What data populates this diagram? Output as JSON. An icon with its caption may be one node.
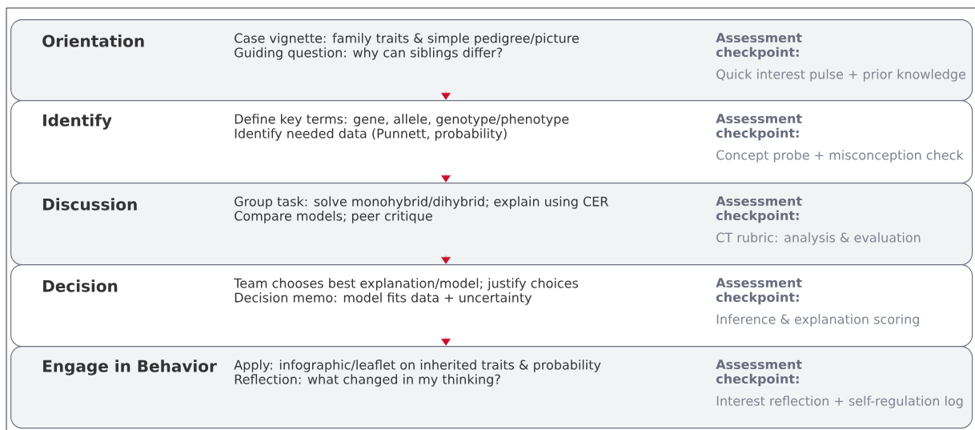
{
  "diagram": {
    "nodes": [
      {
        "text": [
          "Orientation",
          "Case vignette: family traits & simple pedigree/picture",
          "Guiding question: why can siblings differ?",
          "Assessment checkpoint:",
          "Quick interest pulse + prior knowledge"
        ]
      },
      {
        "text": [
          "Identify",
          "Define key terms: gene, allele, genotype/phenotype",
          "Identify needed data (Punnett, probability)",
          "Assessment checkpoint:",
          "Concept probe + misconception check"
        ]
      },
      {
        "text": [
          "Discussion",
          "Group task: solve monohybrid/dihybrid; explain using CER",
          "Compare models; peer critique",
          "Assessment checkpoint:",
          "CT rubric: analysis & evaluation"
        ]
      },
      {
        "text": [
          "Decision",
          "Team chooses best explanation/model; justify choices",
          "Decision memo: model fits data + uncertainty",
          "Assessment checkpoint:",
          "Inference & explanation scoring"
        ]
      },
      {
        "text": [
          "Engage in Behavior",
          "Apply: infographic/leaflet on inherited traits & probability",
          "Reflection: what changed in my thinking?",
          "Assessment checkpoint:",
          "Interest reflection + self-regulation log"
        ]
      }
    ],
    "edges": [
      {
        "from": 0,
        "to": 1,
        "arrow": "to"
      },
      {
        "from": 1,
        "to": 2,
        "arrow": "to"
      },
      {
        "from": 2,
        "to": 3,
        "arrow": "to"
      },
      {
        "from": 3,
        "to": 4,
        "arrow": "to"
      }
    ]
  }
}
